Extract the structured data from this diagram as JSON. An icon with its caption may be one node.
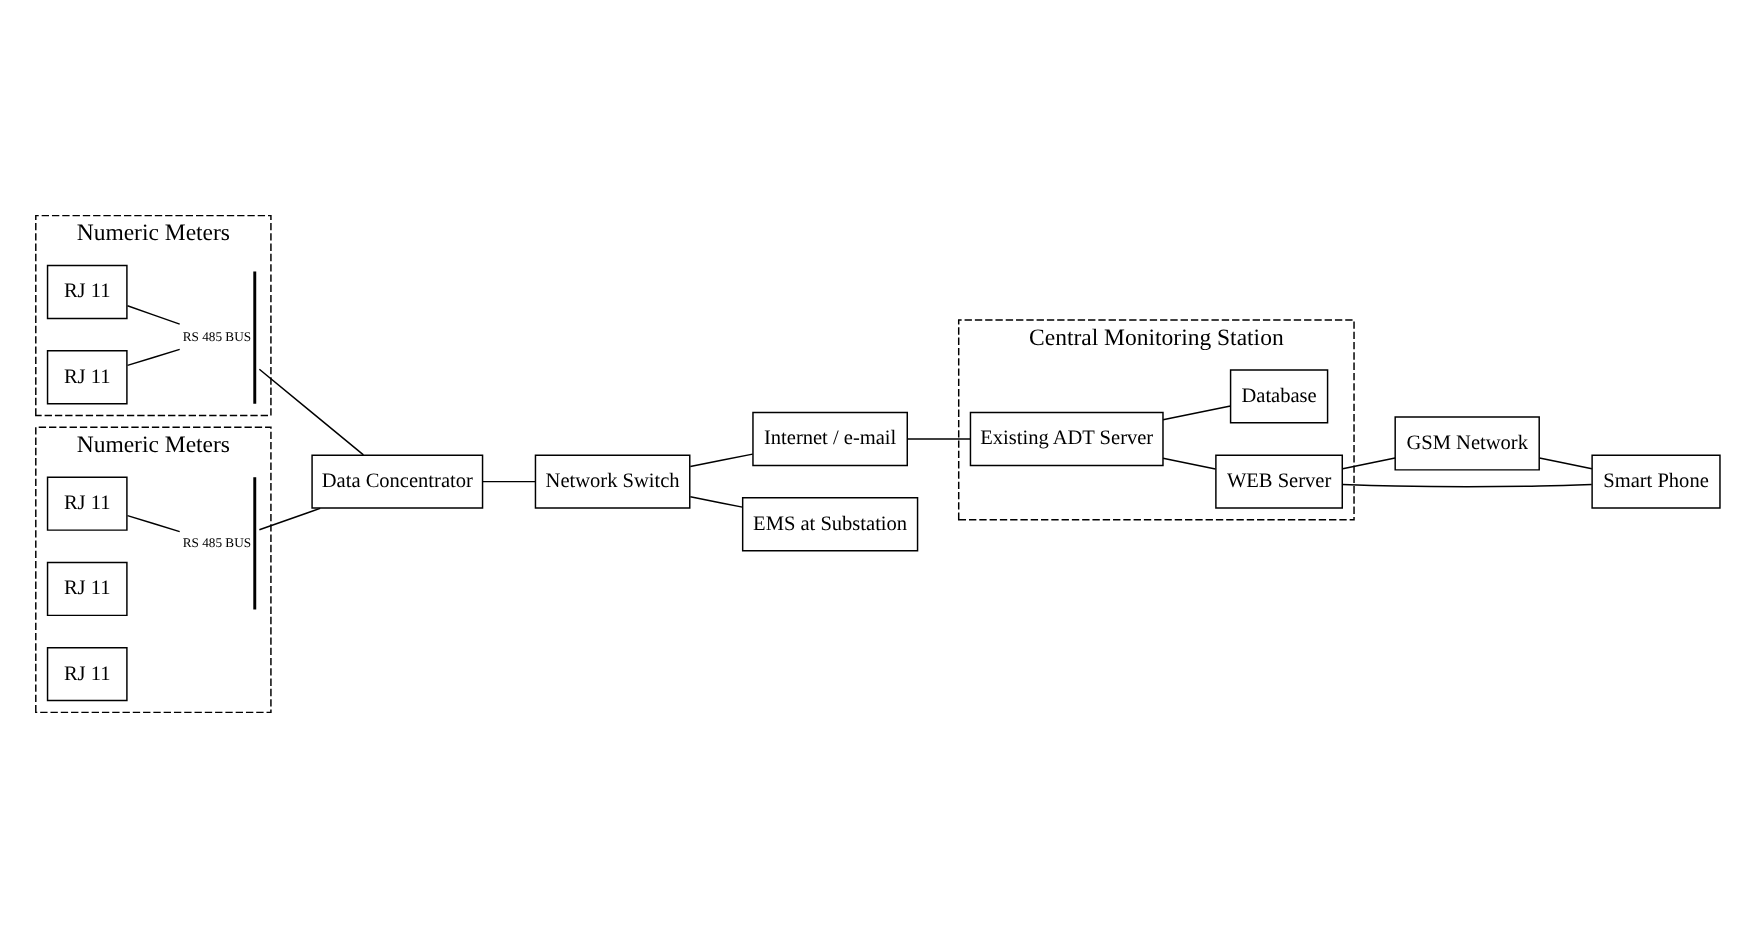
{
  "diagram": {
    "nodes": [
      {
        "text": [
          "Numeric Meters"
        ]
      },
      {
        "text": [],
        "shape": "bar",
        "beside": [
          "RS 485 BUS"
        ],
        "in": 0
      },
      {
        "text": [
          "RJ 11"
        ],
        "in": 0
      },
      {
        "text": [
          "RJ 11"
        ],
        "in": 0
      },
      {
        "text": [
          "RJ 11"
        ],
        "in": 0
      },
      {
        "text": [
          "Data Concentrator"
        ]
      },
      {
        "text": [
          "Numeric Meters"
        ]
      },
      {
        "text": [],
        "shape": "bar",
        "beside": [
          "RS 485 BUS"
        ],
        "in": 6
      },
      {
        "text": [
          "RJ 11"
        ],
        "in": 6
      },
      {
        "text": [
          "RJ 11"
        ],
        "in": 6
      },
      {
        "text": [
          "Internet / e-mail"
        ]
      },
      {
        "text": [
          "Network Switch"
        ]
      },
      {
        "text": [
          "EMS at Substation"
        ]
      },
      {
        "text": [
          "Central Monitoring Station"
        ]
      },
      {
        "text": [
          "Existing ADT Server"
        ],
        "in": 13
      },
      {
        "text": [
          "WEB Server"
        ],
        "in": 13
      },
      {
        "text": [
          "Database"
        ],
        "in": 13
      },
      {
        "text": [
          "GSM Network"
        ]
      },
      {
        "text": [
          "Smart Phone"
        ]
      }
    ],
    "edges": [
      {
        "from": 2,
        "to": 1,
        "arrow": "none"
      },
      {
        "from": 1,
        "to": 5,
        "arrow": "none"
      },
      {
        "from": 8,
        "to": 7,
        "arrow": "none"
      },
      {
        "from": 9,
        "to": 7,
        "arrow": "none"
      },
      {
        "from": 7,
        "to": 5,
        "arrow": "none"
      },
      {
        "from": 5,
        "to": 11,
        "arrow": "none"
      },
      {
        "from": 11,
        "to": 10,
        "arrow": "none"
      },
      {
        "from": 11,
        "to": 12,
        "arrow": "none"
      },
      {
        "from": 10,
        "to": 14,
        "arrow": "none"
      },
      {
        "from": 14,
        "to": 15,
        "arrow": "none"
      },
      {
        "from": 14,
        "to": 16,
        "arrow": "none"
      },
      {
        "from": 15,
        "to": 17,
        "arrow": "none"
      },
      {
        "from": 15,
        "to": 18,
        "arrow": "none"
      },
      {
        "from": 17,
        "to": 18,
        "arrow": "none"
      }
    ]
  }
}
